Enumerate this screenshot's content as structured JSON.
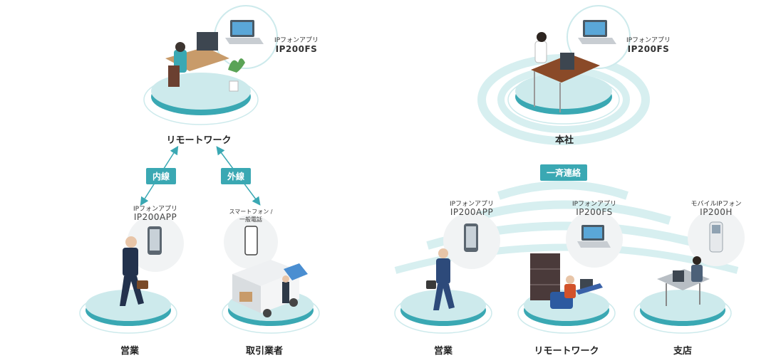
{
  "left": {
    "top_node": {
      "label": "リモートワーク",
      "app_line1": "IPフォンアプリ",
      "app_line2": "IP200FS"
    },
    "badge_internal": "内線",
    "badge_external": "外線",
    "sales": {
      "label": "営業",
      "app_line1": "IPフォンアプリ",
      "app_line2": "IP200APP"
    },
    "partner": {
      "label": "取引業者",
      "phone_line1": "スマートフォン /",
      "phone_line2": "一般電話"
    }
  },
  "right": {
    "hq": {
      "label": "本社",
      "app_line1": "IPフォンアプリ",
      "app_line2": "IP200FS"
    },
    "broadcast": "一斉連絡",
    "sales": {
      "label": "営業",
      "app_line1": "IPフォンアプリ",
      "app_line2": "IP200APP"
    },
    "remote": {
      "label": "リモートワーク",
      "app_line1": "IPフォンアプリ",
      "app_line2": "IP200FS"
    },
    "branch": {
      "label": "支店",
      "app_line1": "モバイルIPフォン",
      "app_line2": "IP200H"
    }
  },
  "colors": {
    "teal": "#3aa8b3",
    "platform": "#cdeaec",
    "platform_edge": "#7cc7cc",
    "ring": "#d7eff0"
  }
}
